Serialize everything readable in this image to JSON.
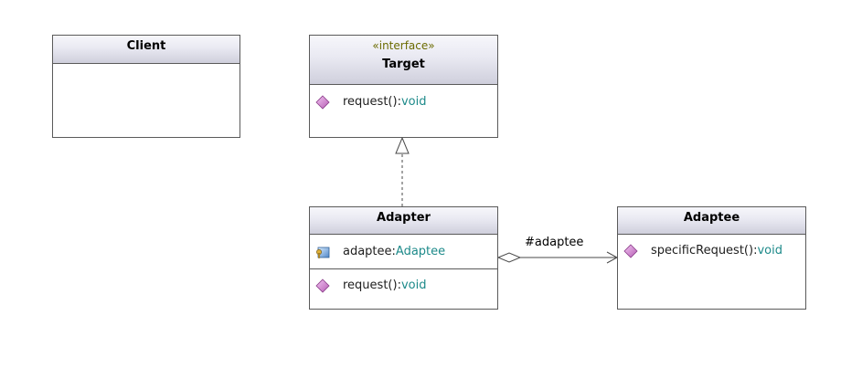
{
  "diagram": {
    "classes": {
      "client": {
        "name": "Client"
      },
      "target": {
        "stereotype": "«interface»",
        "name": "Target",
        "operations": [
          {
            "name": "request()",
            "separator": ":",
            "type": "void"
          }
        ]
      },
      "adapter": {
        "name": "Adapter",
        "attributes": [
          {
            "name": "adaptee",
            "separator": ":",
            "type": "Adaptee"
          }
        ],
        "operations": [
          {
            "name": "request()",
            "separator": ":",
            "type": "void"
          }
        ]
      },
      "adaptee": {
        "name": "Adaptee",
        "operations": [
          {
            "name": "specificRequest()",
            "separator": ":",
            "type": "void"
          }
        ]
      }
    },
    "relations": {
      "realization": {
        "from": "Adapter",
        "to": "Target",
        "kind": "realization"
      },
      "aggregation": {
        "from": "Adapter",
        "to": "Adaptee",
        "kind": "aggregation",
        "label": "#adaptee"
      }
    },
    "colors": {
      "border": "#5a5a5a",
      "stereotype": "#6b6b00",
      "type": "#1d8a8a",
      "operation_icon": "#d98ad8",
      "attribute_icon": "#4f86c7"
    },
    "icons": {
      "operation": "public-operation-icon",
      "attribute": "protected-attribute-icon"
    }
  }
}
